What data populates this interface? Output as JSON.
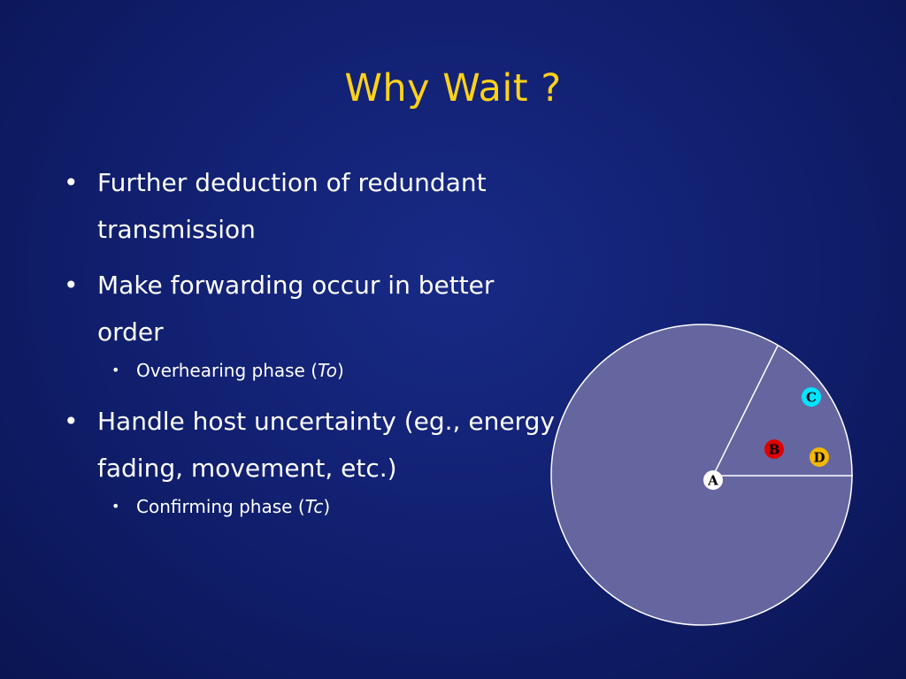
{
  "slide": {
    "title": "Why Wait ?",
    "bullets": [
      {
        "text": "Further deduction of redundant transmission"
      },
      {
        "text": "Make forwarding occur in better order",
        "sub": {
          "prefix": "Overhearing phase (",
          "var": "To",
          "suffix": ")"
        }
      },
      {
        "text": "Handle host uncertainty (eg., energy fading, movement, etc.)",
        "sub": {
          "prefix": "Confirming phase (",
          "var": "Tc",
          "suffix": ")"
        }
      }
    ]
  },
  "diagram": {
    "nodes": [
      {
        "label": "A",
        "color": "#ffffff",
        "text_color": "#000000"
      },
      {
        "label": "B",
        "color": "#e00000",
        "text_color": "#000000"
      },
      {
        "label": "C",
        "color": "#00e5ff",
        "text_color": "#000000"
      },
      {
        "label": "D",
        "color": "#f5b800",
        "text_color": "#000000"
      }
    ],
    "circle_color": "#6566a0"
  },
  "colors": {
    "title": "#ffd21a",
    "text": "#ffffff"
  }
}
